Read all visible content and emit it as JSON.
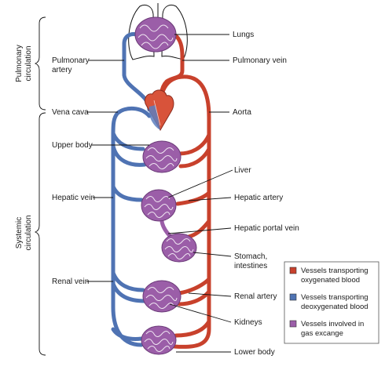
{
  "brackets": {
    "pulmonary": [
      "Pulmonary",
      "circulation"
    ],
    "systemic": [
      "Systemic",
      "circulation"
    ]
  },
  "labels_left": {
    "pulmonary_artery": [
      "Pulmonary",
      "artery"
    ],
    "vena_cava": "Vena cava",
    "upper_body": "Upper body",
    "hepatic_vein": "Hepatic vein",
    "renal_vein": "Renal vein"
  },
  "labels_right": {
    "lungs": "Lungs",
    "pulmonary_vein": "Pulmonary vein",
    "aorta": "Aorta",
    "liver": "Liver",
    "hepatic_artery": "Hepatic artery",
    "hepatic_portal_vein": "Hepatic portal vein",
    "stomach_intestines": [
      "Stomach,",
      "intestines"
    ],
    "renal_artery": "Renal artery",
    "kidneys": "Kidneys",
    "lower_body": "Lower body"
  },
  "legend": {
    "items": [
      {
        "lines": [
          "Vessels transporting",
          "oxygenated blood"
        ],
        "color": "#c8412c"
      },
      {
        "lines": [
          "Vessels transporting",
          "deoxygenated blood"
        ],
        "color": "#4f73b3"
      },
      {
        "lines": [
          "Vessels involved in",
          "gas excange"
        ],
        "color": "#9b5ea8"
      }
    ]
  },
  "colors": {
    "oxygenated": "#c8412c",
    "deoxygenated": "#4f73b3",
    "exchange": "#9b5ea8"
  }
}
